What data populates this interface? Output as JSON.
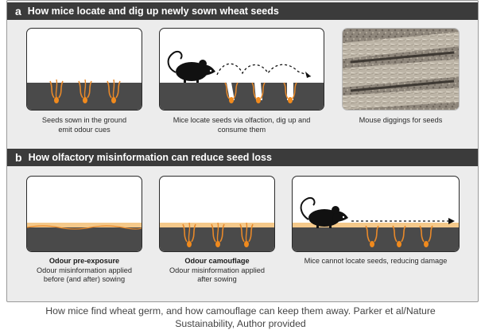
{
  "section_a": {
    "letter": "a",
    "title": "How mice locate and dig up newly sown wheat seeds",
    "panels": [
      {
        "caption_line1": "Seeds sown in the ground",
        "caption_line2": "emit odour cues"
      },
      {
        "caption_line1": "Mice locate seeds via olfaction, dig up and",
        "caption_line2": "consume them"
      },
      {
        "caption_line1": "Mouse diggings for seeds",
        "caption_line2": ""
      }
    ]
  },
  "section_b": {
    "letter": "b",
    "title": "How olfactory misinformation can reduce seed loss",
    "panels": [
      {
        "title": "Odour pre-exposure",
        "caption_line1": "Odour misinformation applied",
        "caption_line2": "before (and after) sowing"
      },
      {
        "title": "Odour camouflage",
        "caption_line1": "Odour misinformation applied",
        "caption_line2": "after sowing"
      },
      {
        "title": "",
        "caption_line1": "Mice cannot locate seeds, reducing damage",
        "caption_line2": ""
      }
    ]
  },
  "caption": {
    "line1": "How mice find wheat germ, and how camouflage can keep them away. Parker et al/Nature",
    "line2": "Sustainability, Author provided"
  },
  "colors": {
    "soil": "#4a4a4a",
    "seed": "#f08a1d",
    "odour_wave": "#e8892a",
    "odour_layer": "#f5c98a",
    "mouse": "#111111",
    "header": "#3b3b3b",
    "panel_bg": "#ececec"
  },
  "icons": [
    "mouse-icon",
    "seed-icon",
    "odour-wave-icon",
    "arrow-icon"
  ]
}
